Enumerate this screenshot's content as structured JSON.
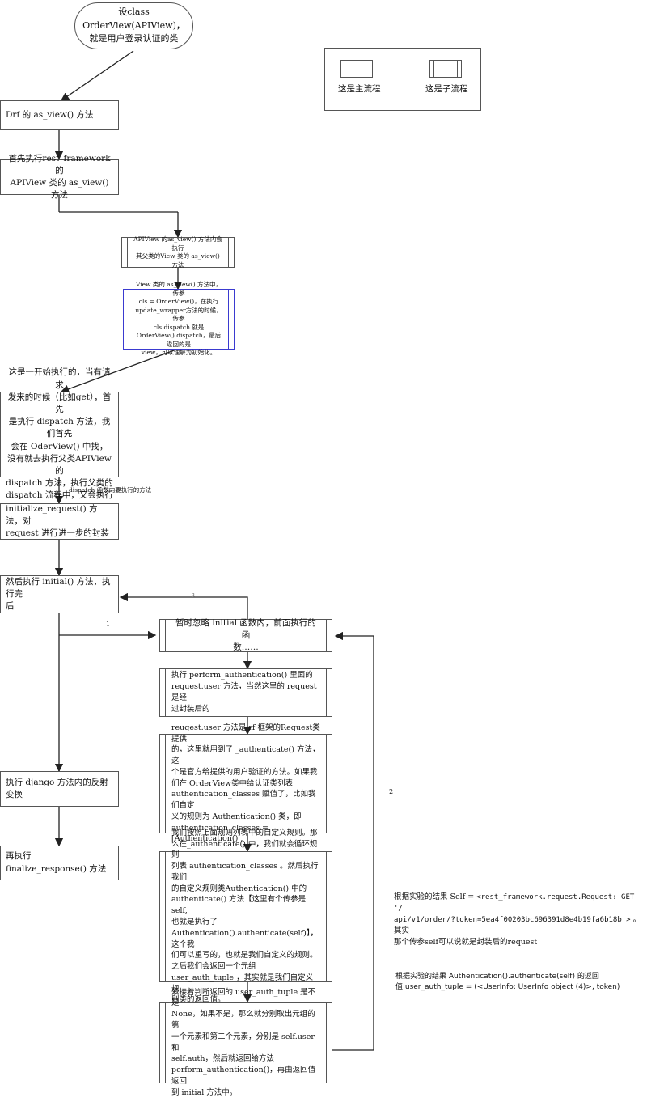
{
  "start": "设class OrderView(APIView)，\n就是用户登录认证的类",
  "legend": {
    "main_label": "这是主流程",
    "sub_label": "这是子流程"
  },
  "nodes": {
    "as_view": "Drf 的 as_view() 方法",
    "apiview_as_view": "首先执行rest_framework 的\nAPIView 类的 as_view() 方法",
    "parent_as_view": "APIView 的as_view() 方法内会执行\n其父类的View 类的 as_view() 方法",
    "view_as_view": "View 类的 as_view() 方法中，传参\ncls = OrderView()，在执行\nupdate_wrapper方法的时候，传参\ncls.dispatch 就是\nOrderView().dispatch，最后返回的是\nview，可以理解为初始化。",
    "dispatch": "这是一开始执行的，当有请求\n发来的时候（比如get），首先\n是执行 dispatch 方法，我们首先\n会在 OderView() 中找，\n没有就去执行父类APIView 的\ndispatch 方法，执行父类的\ndispatch 流程中，又会执行",
    "initialize_request": "initialize_request() 方法，对\nrequest 进行进一步的封装",
    "initial": "然后执行 initial() 方法，执行完\n后",
    "django_reflect": "执行 django 方法内的反射变换",
    "finalize": "再执行 finalize_response() 方法",
    "ignore": "暂时忽略 initial 函数内，前面执行的函\n数……",
    "perform_auth": "执行 perform_authentication() 里面的\nrequest.user 方法，当然这里的 request 是经\n过封装后的",
    "request_user": "reuqest.user 方法是 rf 框架的Request类提供\n的，这里就用到了 _authenticate() 方法，这\n个是官方给提供的用户验证的方法。如果我\n们在 OrderView类中给认证类列表\nauthentication_classes 赋值了，比如我们自定\n义的规则为 Authentication() 类，即\nauthentication_classes = [Authentication() , ]",
    "loop": "我们按照上面规则列表中的自定义规则。那\n么在_authenticate() 中，我们就会循环规则\n列表 authentication_classes 。然后执行我们\n的自定义规则类Authentication() 中的\nauthenticate() 方法【这里有个传参是 self,\n也就是执行了\nAuthentication().authenticate(self)】，这个我\n们可以重写的，也就是我们自定义的规则。\n之后我们会返回一个元组\nuser_auth_tuple ，其实就是我们自定义规\n则类的返回值。",
    "tuple_check": "紧接着判断返回的 user_auth_tuple 是不是\nNone，如果不是，那么就分别取出元组的第\n一个元素和第二个元素，分别是 self.user 和\nself.auth，然后就返回给方法\nperform_authentication()，再由返回值返回\n到 initial 方法中。"
  },
  "edge_labels": {
    "dispatch_inner": "dispatch 函数内要执行的方法",
    "one": "1",
    "two": "2",
    "three": "3"
  },
  "notes": {
    "self_result_prefix": "根据实验的结果 Self = ",
    "self_result_code": "<rest_framework.request.Request: GET '/\napi/v1/order/?token=5ea4f00203bc696391d8e4b19fa6b18b'>",
    "self_result_suffix": " 。 其实\n那个传参self可以说就是封装后的request",
    "auth_result": "根据实验的结果 Authentication().authenticate(self) 的返回\n值 user_auth_tuple = (<UserInfo: UserInfo object (4)>, token)"
  }
}
